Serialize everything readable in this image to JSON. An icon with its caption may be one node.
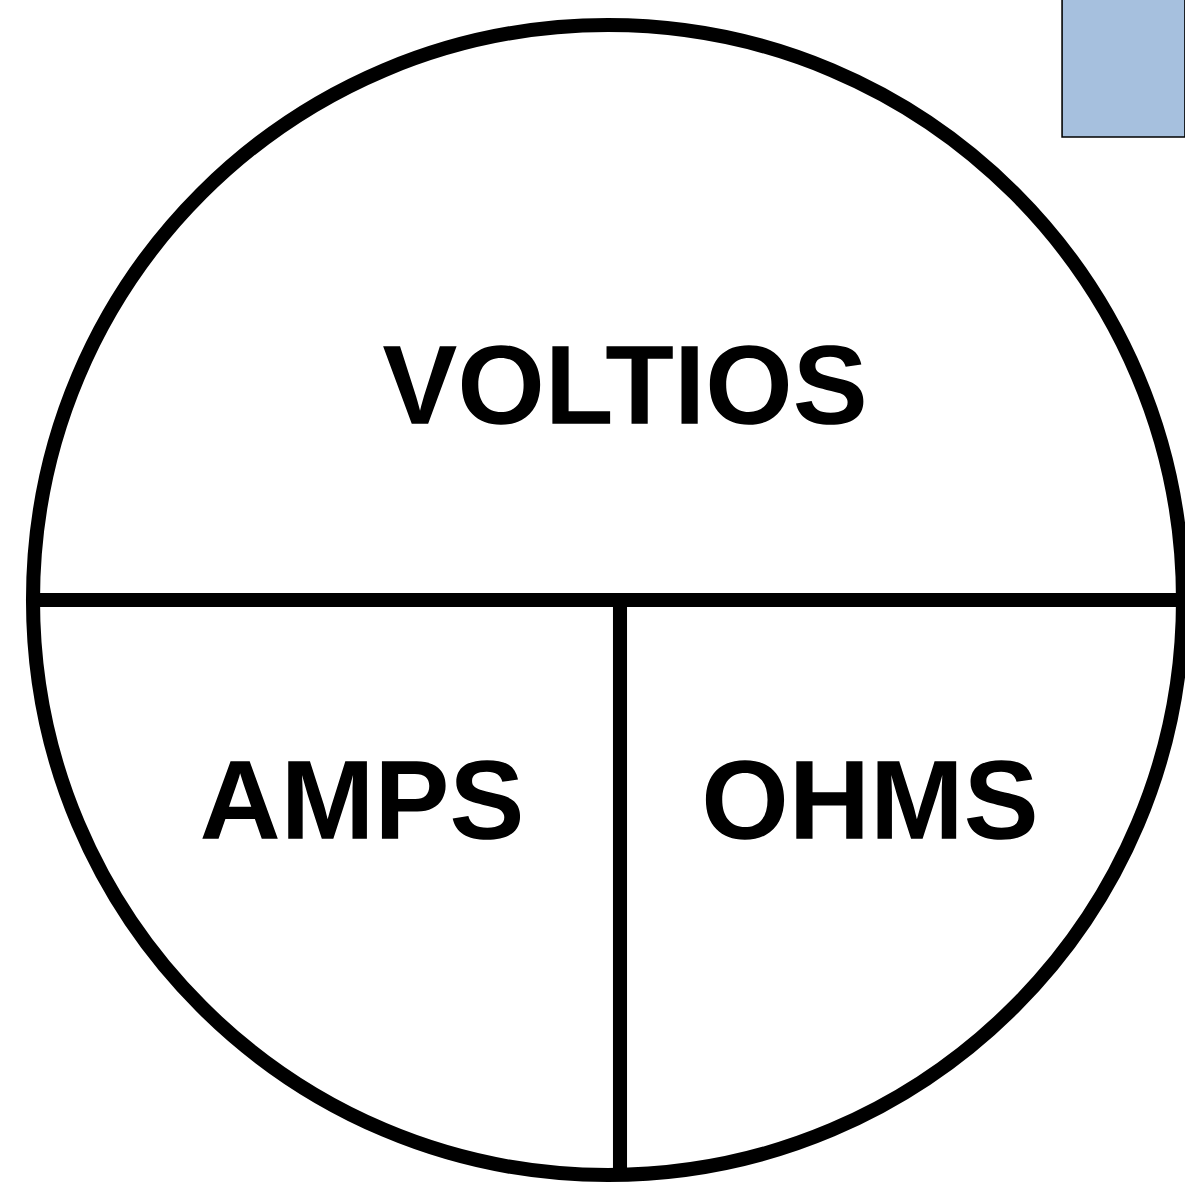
{
  "diagram": {
    "nodes": [
      {
        "text": [
          "VOLTIOS",
          "AMPS",
          "OHMS"
        ]
      }
    ]
  }
}
